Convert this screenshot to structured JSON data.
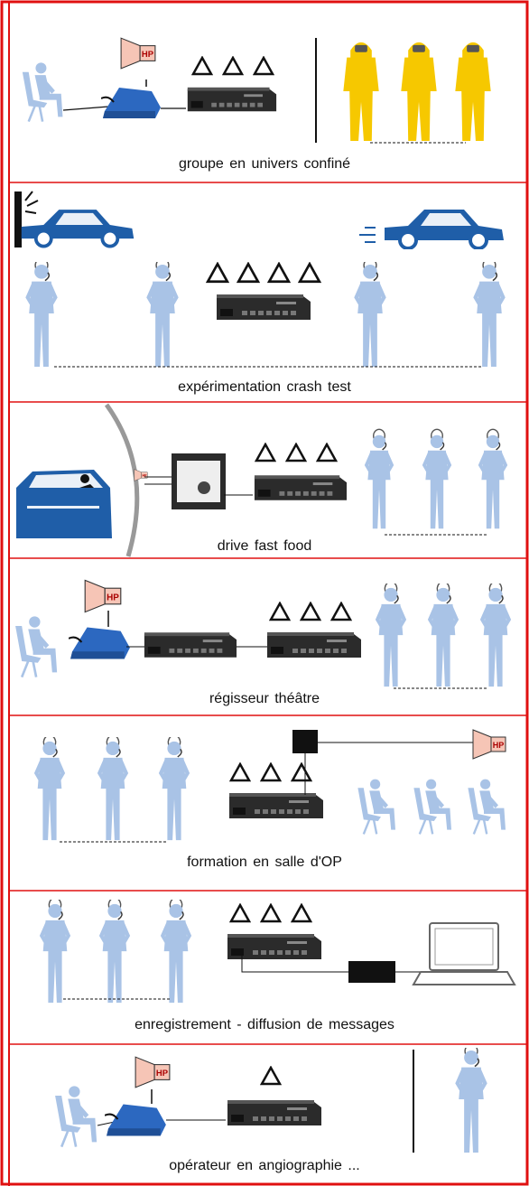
{
  "colors": {
    "border": "#e01010",
    "person": "#a9c3e6",
    "person_dark": "#8aa9d3",
    "yellow_suit": "#f6c800",
    "car": "#1f5ea8",
    "console": "#2c68c0",
    "speaker": "#f6c5b6",
    "device": "#2b2b2b"
  },
  "icons": {
    "triangle": "triangle-outline-icon",
    "speaker": "loudspeaker-icon",
    "person": "person-with-headset-icon",
    "seated_person": "seated-person-icon",
    "device": "intercom-base-station-icon",
    "console": "desk-microphone-console-icon",
    "car": "car-icon",
    "laptop": "laptop-icon"
  },
  "speaker_label": "HP",
  "panels": [
    {
      "id": "confined",
      "caption": "groupe en univers confiné",
      "triangles": 3
    },
    {
      "id": "crash",
      "caption": "expérimentation  crash test",
      "triangles": 4
    },
    {
      "id": "drive",
      "caption": "drive fast food",
      "triangles": 3
    },
    {
      "id": "theatre",
      "caption": "régisseur  théâtre",
      "triangles": 3
    },
    {
      "id": "training",
      "caption": "formation  en salle d'OP",
      "triangles": 3
    },
    {
      "id": "recording",
      "caption": "enregistrement  - diffusion de messages",
      "triangles": 3
    },
    {
      "id": "angio",
      "caption": "opérateur  en angiographie  ...",
      "triangles": 1
    }
  ]
}
